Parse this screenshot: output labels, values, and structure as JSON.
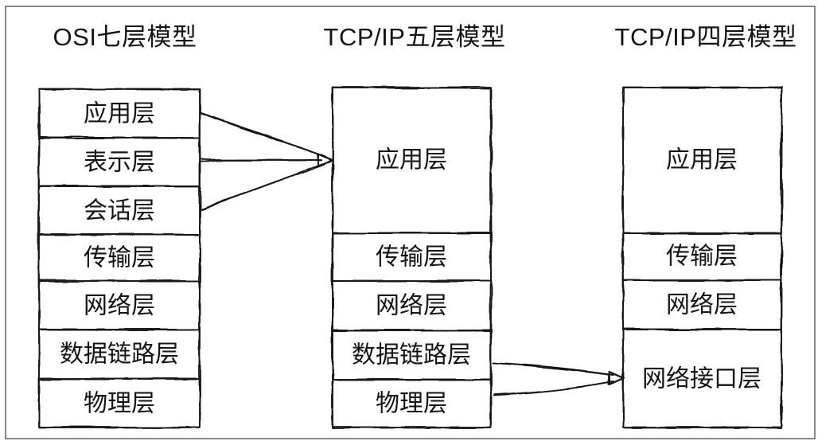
{
  "columns": [
    {
      "title": "OSI七层模型",
      "layers": [
        "应用层",
        "表示层",
        "会话层",
        "传输层",
        "网络层",
        "数据链路层",
        "物理层"
      ]
    },
    {
      "title": "TCP/IP五层模型",
      "layers": [
        "应用层",
        "传输层",
        "网络层",
        "数据链路层",
        "物理层"
      ]
    },
    {
      "title": "TCP/IP四层模型",
      "layers": [
        "应用层",
        "传输层",
        "网络层",
        "网络接口层"
      ]
    }
  ],
  "arrows": [
    {
      "from": "OSI 应用层",
      "to": "TCP/IP五层 应用层"
    },
    {
      "from": "OSI 表示层",
      "to": "TCP/IP五层 应用层"
    },
    {
      "from": "OSI 会话层",
      "to": "TCP/IP五层 应用层"
    },
    {
      "from": "TCP/IP五层 数据链路层",
      "to": "TCP/IP四层 网络接口层"
    },
    {
      "from": "TCP/IP五层 物理层",
      "to": "TCP/IP四层 网络接口层"
    }
  ],
  "colors": {
    "ink": "#141414",
    "frame": "#474747",
    "background": "#ffffff"
  }
}
